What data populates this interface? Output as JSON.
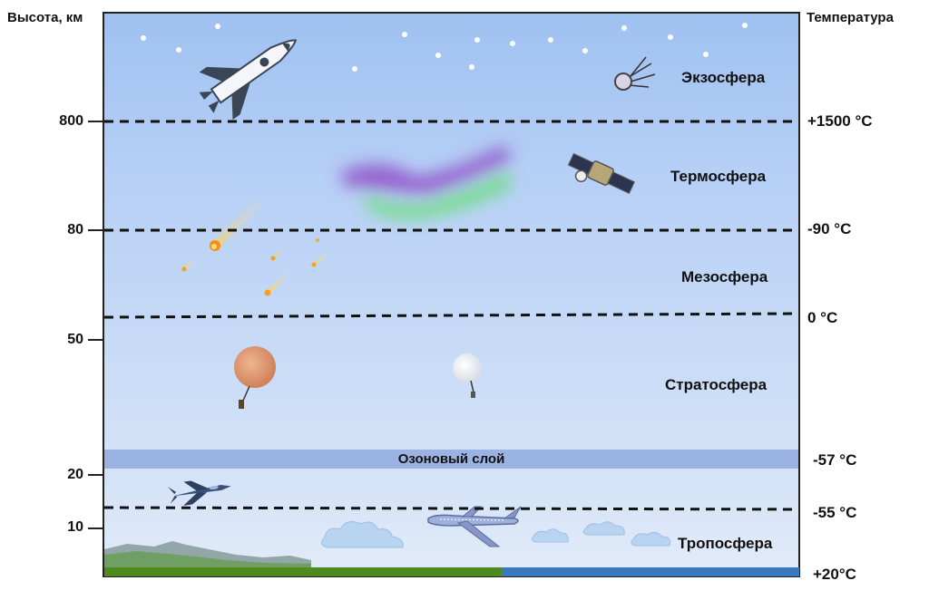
{
  "axes": {
    "altitude_title": "Высота, км",
    "temperature_title": "Температура"
  },
  "altitude_ticks": [
    "800",
    "80",
    "50",
    "20",
    "10"
  ],
  "temperatures": [
    "+1500 °C",
    "-90 °C",
    "0 °C",
    "-57 °C",
    "-55 °C",
    "+20°C"
  ],
  "layers": {
    "exosphere": "Экзосфера",
    "thermosphere": "Термосфера",
    "mesosphere": "Мезосфера",
    "stratosphere": "Стратосфера",
    "ozone": "Озоновый слой",
    "troposphere": "Тропосфера"
  },
  "icons": [
    "space-shuttle-icon",
    "sputnik-icon",
    "satellite-icon",
    "aurora-icon",
    "meteor-icon",
    "orange-balloon-icon",
    "white-balloon-icon",
    "fighter-jet-icon",
    "airliner-icon",
    "cloud-icon",
    "mountain-icon",
    "star-icon"
  ],
  "colors": {
    "ozone_band": "#9bb3e3",
    "land": "#4f8a1f",
    "sea": "#3a78c0",
    "sky_top": "#9fc1f1",
    "sky_bottom": "#e2ebf9"
  }
}
